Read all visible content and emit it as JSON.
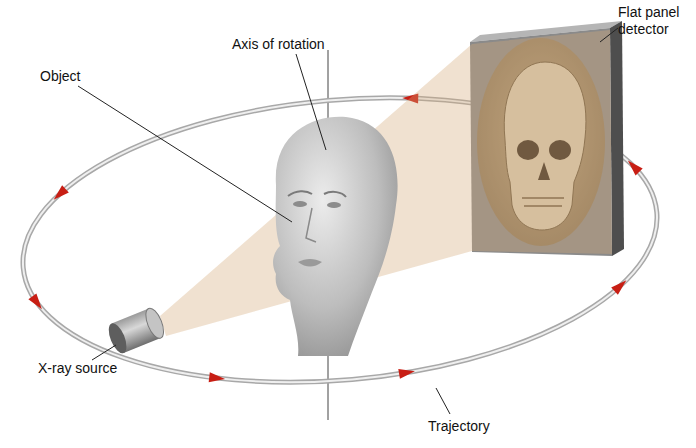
{
  "diagram": {
    "labels": [
      "Axis of rotation",
      "Flat panel detector",
      "Object",
      "X-ray source",
      "Trajectory"
    ]
  }
}
